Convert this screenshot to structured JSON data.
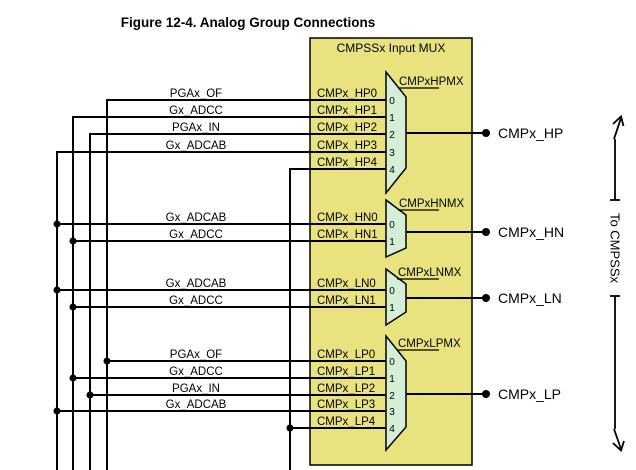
{
  "title": "Figure 12-4. Analog Group Connections",
  "box_title": "CMPSSx Input MUX",
  "side_label": "To CMPSSx",
  "colors": {
    "box_fill": "#e8e37e",
    "mux_fill": "#d5eed8",
    "wire": "#000000"
  },
  "groups": {
    "hp": {
      "mux_label": "CMPxHPMX",
      "output": "CMPx_HP",
      "sels": [
        "0",
        "1",
        "2",
        "3",
        "4"
      ],
      "rows": [
        {
          "source": "PGAx_OF",
          "pin": "CMPx_HP0"
        },
        {
          "source": "Gx_ADCC",
          "pin": "CMPx_HP1"
        },
        {
          "source": "PGAx_IN",
          "pin": "CMPx_HP2"
        },
        {
          "source": "Gx_ADCAB",
          "pin": "CMPx_HP3"
        },
        {
          "source": "",
          "pin": "CMPx_HP4"
        }
      ]
    },
    "hn": {
      "mux_label": "CMPxHNMX",
      "output": "CMPx_HN",
      "sels": [
        "0",
        "1"
      ],
      "rows": [
        {
          "source": "Gx_ADCAB",
          "pin": "CMPx_HN0"
        },
        {
          "source": "Gx_ADCC",
          "pin": "CMPx_HN1"
        }
      ]
    },
    "ln": {
      "mux_label": "CMPxLNMX",
      "output": "CMPx_LN",
      "sels": [
        "0",
        "1"
      ],
      "rows": [
        {
          "source": "Gx_ADCAB",
          "pin": "CMPx_LN0"
        },
        {
          "source": "Gx_ADCC",
          "pin": "CMPx_LN1"
        }
      ]
    },
    "lp": {
      "mux_label": "CMPxLPMX",
      "output": "CMPx_LP",
      "sels": [
        "0",
        "1",
        "2",
        "3",
        "4"
      ],
      "rows": [
        {
          "source": "PGAx_OF",
          "pin": "CMPx_LP0"
        },
        {
          "source": "Gx_ADCC",
          "pin": "CMPx_LP1"
        },
        {
          "source": "PGAx_IN",
          "pin": "CMPx_LP2"
        },
        {
          "source": "Gx_ADCAB",
          "pin": "CMPx_LP3"
        },
        {
          "source": "",
          "pin": "CMPx_LP4"
        }
      ]
    }
  }
}
